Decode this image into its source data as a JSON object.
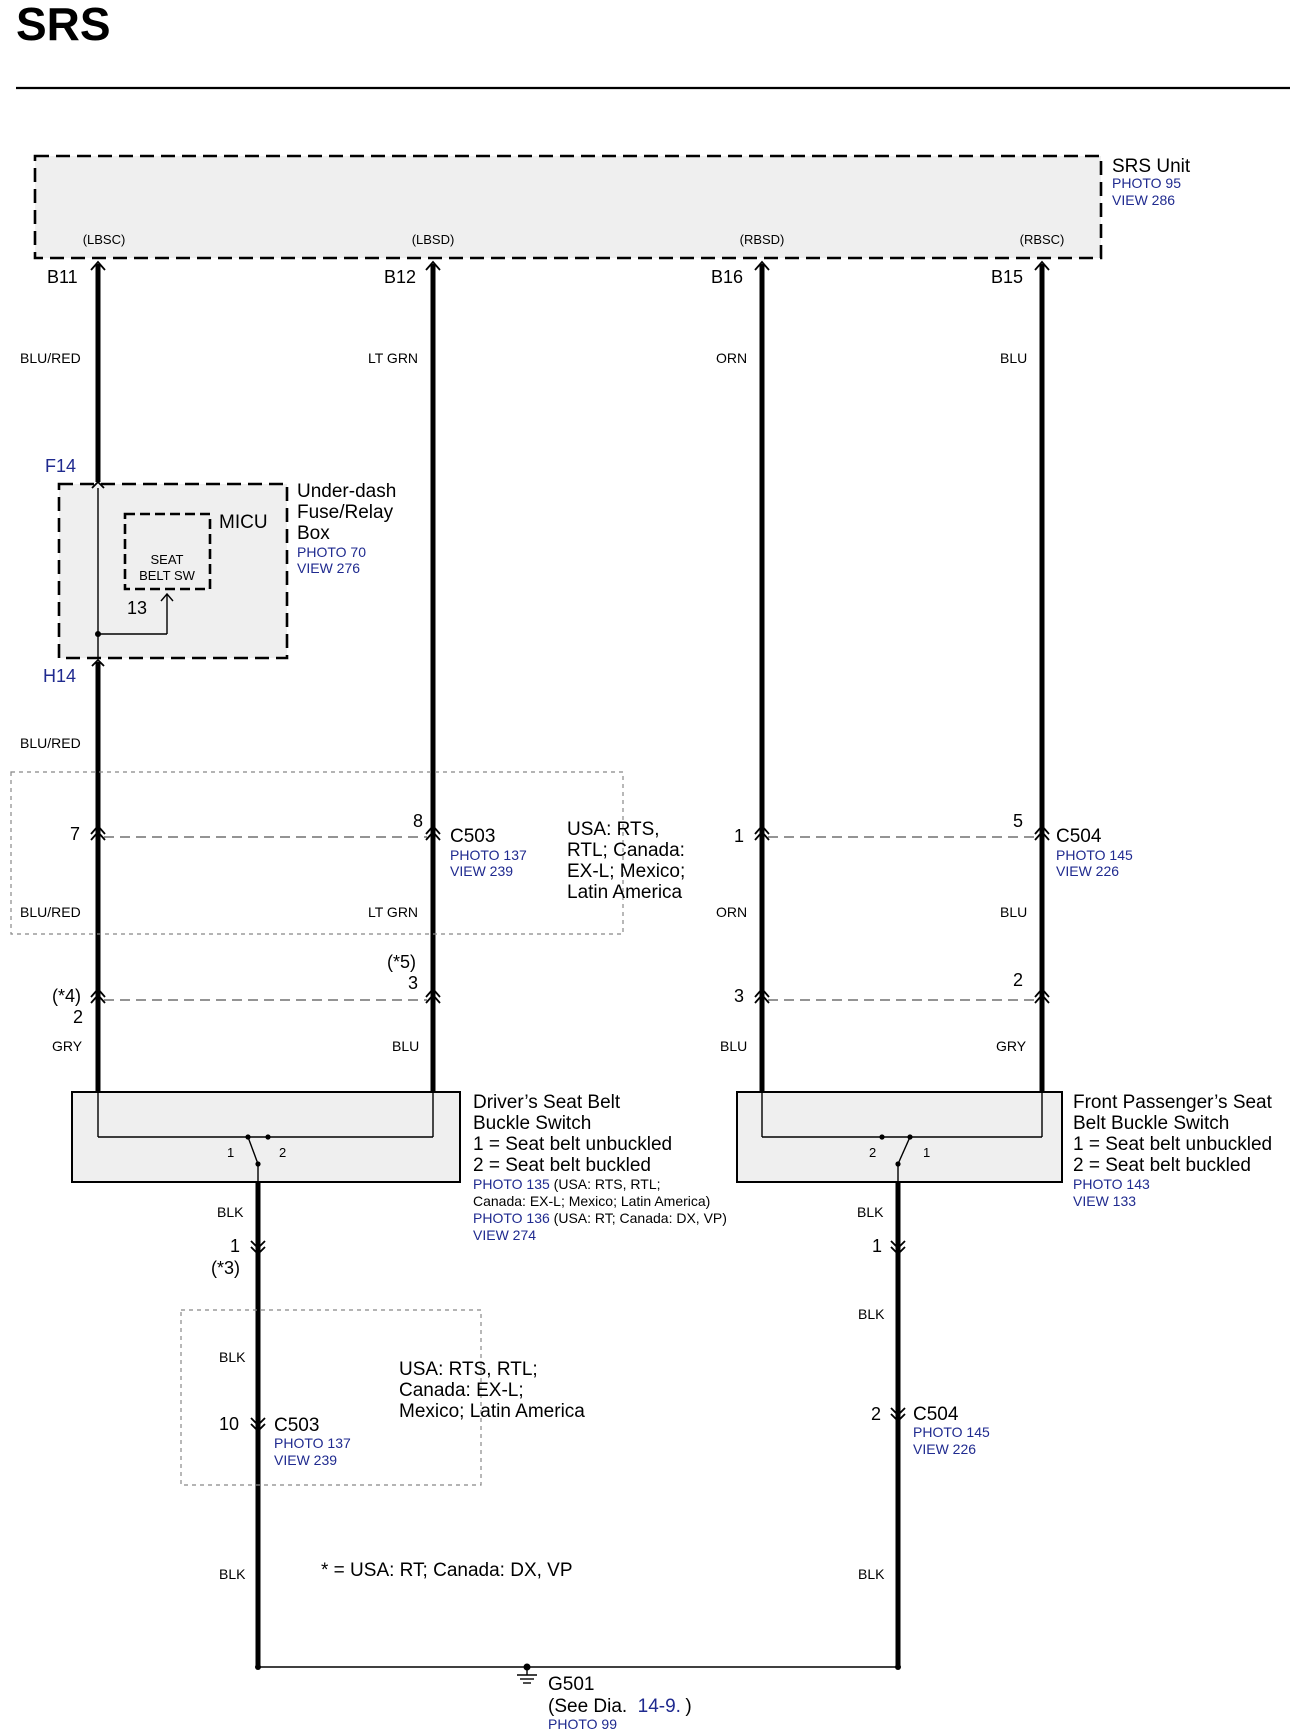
{
  "title": "SRS",
  "srs_unit": {
    "name": "SRS Unit",
    "photo": "PHOTO 95",
    "view": "VIEW 286",
    "terminals": [
      {
        "label": "(LBSC)",
        "pin": "B11",
        "wire": "BLU/RED"
      },
      {
        "label": "(LBSD)",
        "pin": "B12",
        "wire": "LT GRN"
      },
      {
        "label": "(RBSD)",
        "pin": "B16",
        "wire": "ORN"
      },
      {
        "label": "(RBSC)",
        "pin": "B15",
        "wire": "BLU"
      }
    ]
  },
  "fuse_box": {
    "name_lines": [
      "Under-dash",
      "Fuse/Relay",
      "Box"
    ],
    "photo": "PHOTO 70",
    "view": "VIEW 276",
    "micu": "MICU",
    "switch_lines": [
      "SEAT",
      "BELT SW"
    ],
    "pin_top": "F14",
    "pin_bottom": "H14",
    "pin_inner": "13",
    "wire_below": "BLU/RED"
  },
  "c503_upper": {
    "name": "C503",
    "photo": "PHOTO 137",
    "view": "VIEW 239",
    "pin_left": "7",
    "pin_right": "8",
    "wire_left": "BLU/RED",
    "wire_right": "LT GRN",
    "condition_lines": [
      "USA: RTS,",
      "RTL; Canada:",
      "EX-L; Mexico;",
      "Latin America"
    ]
  },
  "c504_upper": {
    "name": "C504",
    "photo": "PHOTO 145",
    "view": "VIEW 226",
    "pin_left": "1",
    "pin_right": "5",
    "wire_left": "ORN",
    "wire_right": "BLU"
  },
  "alt_connectors": {
    "note_left": "(*4)",
    "pin_left": "2",
    "note_right": "(*5)",
    "pin_right": "3",
    "pin_c": "3",
    "pin_d": "2",
    "wires": [
      "GRY",
      "BLU",
      "BLU",
      "GRY"
    ]
  },
  "driver_switch": {
    "name_lines": [
      "Driver’s Seat Belt",
      "Buckle Switch"
    ],
    "state_lines": [
      "1 = Seat belt unbuckled",
      "2 = Seat belt buckled"
    ],
    "photo_lines": [
      {
        "ref": "PHOTO 135",
        "rest": " (USA: RTS, RTL;"
      },
      {
        "ref": "",
        "rest": "Canada: EX-L; Mexico; Latin America)"
      },
      {
        "ref": "PHOTO 136",
        "rest": " (USA: RT; Canada: DX, VP)"
      }
    ],
    "view": "VIEW 274",
    "pos1": "1",
    "pos2": "2"
  },
  "passenger_switch": {
    "name_lines": [
      "Front Passenger’s Seat",
      "Belt Buckle Switch"
    ],
    "state_lines": [
      "1 = Seat belt unbuckled",
      "2 = Seat belt buckled"
    ],
    "photo": "PHOTO 143",
    "view": "VIEW 133",
    "pos1": "1",
    "pos2": "2"
  },
  "driver_ground": {
    "wire1": "BLK",
    "pin1": "1",
    "note": "(*3)",
    "wire2": "BLK",
    "pin2": "10",
    "c503_name": "C503",
    "c503_photo": "PHOTO 137",
    "c503_view": "VIEW 239",
    "condition_lines": [
      "USA: RTS, RTL;",
      "Canada: EX-L;",
      "Mexico; Latin America"
    ],
    "wire3": "BLK"
  },
  "passenger_ground": {
    "wire1": "BLK",
    "pin1": "1",
    "wire2": "BLK",
    "pin2": "2",
    "c504_name": "C504",
    "c504_photo": "PHOTO 145",
    "c504_view": "VIEW 226",
    "wire3": "BLK"
  },
  "footnote": "* = USA: RT; Canada: DX, VP",
  "ground": {
    "name": "G501",
    "see_text": "(See Dia.",
    "dia_ref": "14-9.",
    "close": ")",
    "photo": "PHOTO 99"
  }
}
